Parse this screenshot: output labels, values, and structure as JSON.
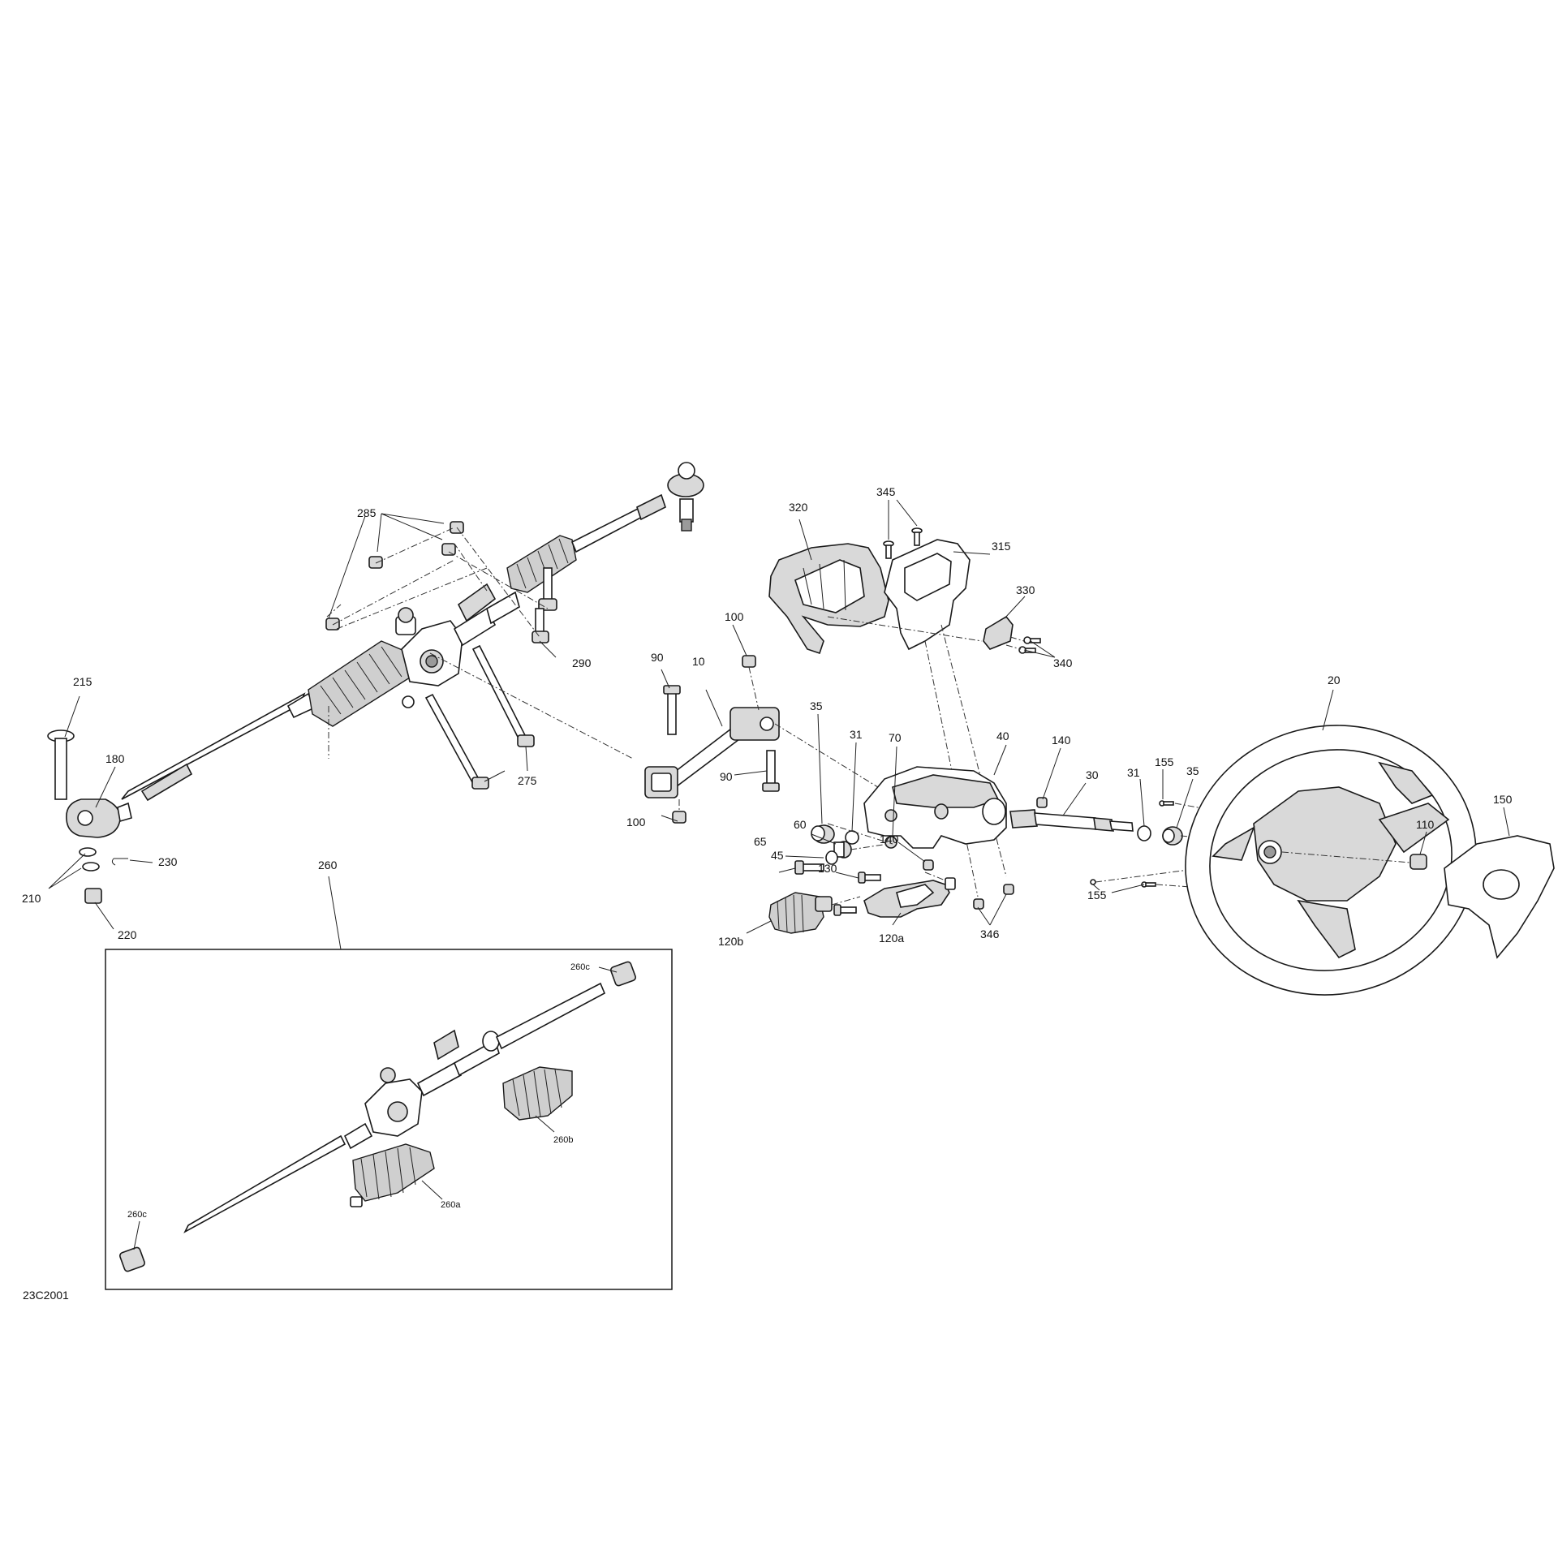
{
  "diagram_code": "23C2001",
  "labels": {
    "p285": "285",
    "p290": "290",
    "p275": "275",
    "p215": "215",
    "p180": "180",
    "p230": "230",
    "p210": "210",
    "p220": "220",
    "p260": "260",
    "p260c_top": "260c",
    "p260c_bottom": "260c",
    "p260b": "260b",
    "p260a": "260a",
    "p100_top": "100",
    "p100_bottom": "100",
    "p90_top": "90",
    "p90_bottom": "90",
    "p10": "10",
    "p320": "320",
    "p345": "345",
    "p315": "315",
    "p330": "330",
    "p340": "340",
    "p35_left": "35",
    "p31_left": "31",
    "p70": "70",
    "p40": "40",
    "p140_top": "140",
    "p140_bottom": "140",
    "p30": "30",
    "p60": "60",
    "p45": "45",
    "p65": "65",
    "p130": "130",
    "p120a": "120a",
    "p120b": "120b",
    "p346": "346",
    "p155_top": "155",
    "p155_bottom": "155",
    "p31_right": "31",
    "p35_right": "35",
    "p20": "20",
    "p110": "110",
    "p150": "150"
  }
}
